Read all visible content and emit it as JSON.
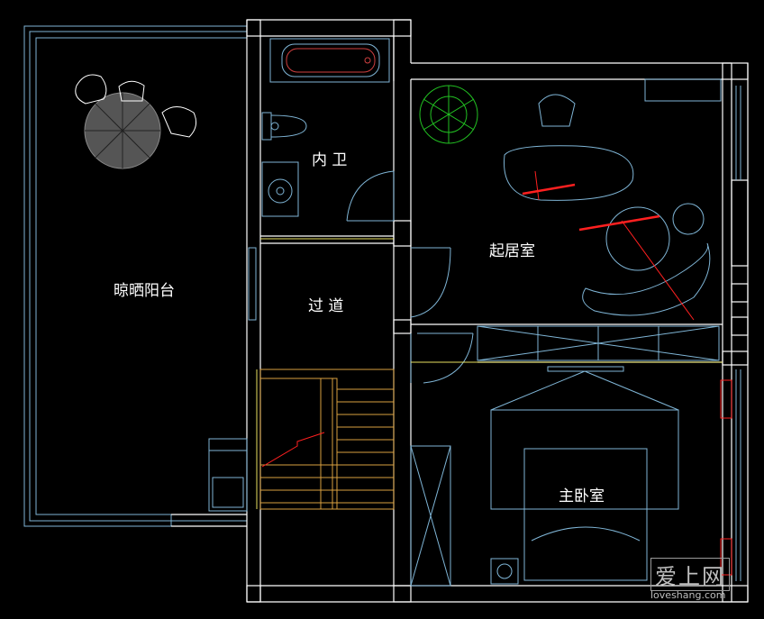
{
  "rooms": {
    "balcony": "晾晒阳台",
    "bathroom": "内 卫",
    "living": "起居室",
    "corridor": "过 道",
    "master_bedroom": "主卧室"
  },
  "watermark": {
    "logo_text": "爱上网",
    "url": "loveshang.com"
  },
  "colors": {
    "background": "#000000",
    "wall": "#ffffff",
    "outline": "#7fb5d6",
    "stair": "#d9a040",
    "highlight": "#ff2020",
    "plant": "#22c022",
    "yellow_line": "#e8e060"
  }
}
